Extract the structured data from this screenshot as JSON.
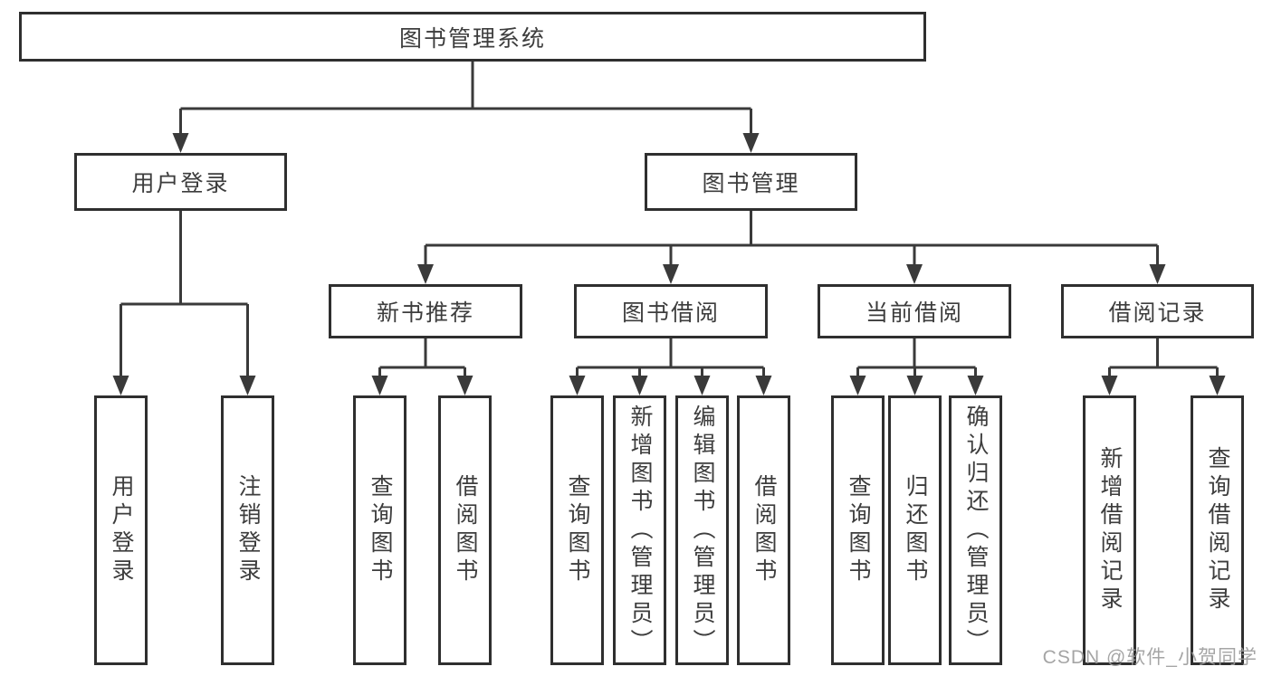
{
  "colors": {
    "line": "#3a3a3a",
    "box_border": "#2f2f2f",
    "text": "#3d3d3d",
    "watermark": "#9c9c9c",
    "background": "#ffffff"
  },
  "tree": {
    "root": {
      "label": "图书管理系统"
    },
    "branches": [
      {
        "label": "用户登录",
        "children": [
          {
            "label": "用户登录"
          },
          {
            "label": "注销登录"
          }
        ]
      },
      {
        "label": "图书管理",
        "children": [
          {
            "label": "新书推荐",
            "children": [
              {
                "label": "查询图书"
              },
              {
                "label": "借阅图书"
              }
            ]
          },
          {
            "label": "图书借阅",
            "children": [
              {
                "label": "查询图书"
              },
              {
                "label": "新增图书（管理员）"
              },
              {
                "label": "编辑图书（管理员）"
              },
              {
                "label": "借阅图书"
              }
            ]
          },
          {
            "label": "当前借阅",
            "children": [
              {
                "label": "查询图书"
              },
              {
                "label": "归还图书"
              },
              {
                "label": "确认归还（管理员）"
              }
            ]
          },
          {
            "label": "借阅记录",
            "children": [
              {
                "label": "新增借阅记录"
              },
              {
                "label": "查询借阅记录"
              }
            ]
          }
        ]
      }
    ]
  },
  "watermark": {
    "text": "CSDN @软件_小贺同学"
  }
}
